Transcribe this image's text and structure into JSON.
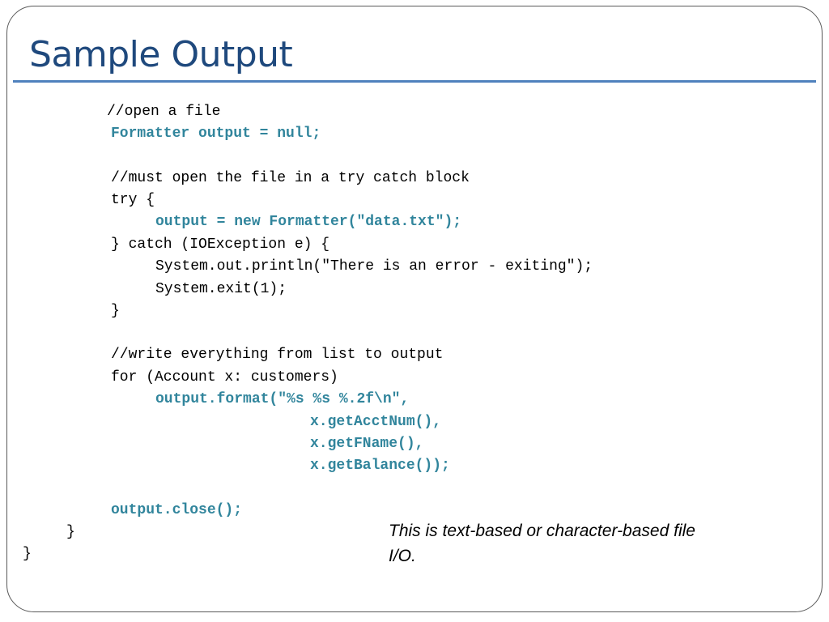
{
  "slide": {
    "title": "Sample Output",
    "colors": {
      "title": "#1f497d",
      "rule": "#4f81bd",
      "highlight": "#31859c",
      "text": "#000000"
    },
    "code_lines": [
      {
        "text": "//open a file",
        "highlight": false
      },
      {
        "text": "Formatter output = null;",
        "highlight": true
      },
      {
        "text": "//must open the file in a try catch block",
        "highlight": false
      },
      {
        "text": "try {",
        "highlight": false
      },
      {
        "text": "output = new Formatter(\"data.txt\");",
        "highlight": true
      },
      {
        "text": "} catch (IOException e) {",
        "highlight": false
      },
      {
        "text": "System.out.println(\"There is an error - exiting\");",
        "highlight": false
      },
      {
        "text": "System.exit(1);",
        "highlight": false
      },
      {
        "text": "}",
        "highlight": false
      },
      {
        "text": "//write everything from list to output",
        "highlight": false
      },
      {
        "text": "for (Account x: customers)",
        "highlight": false
      },
      {
        "text": "output.format(\"%s %s %.2f\\n\",",
        "highlight": true
      },
      {
        "text": "x.getAcctNum(),",
        "highlight": true
      },
      {
        "text": "x.getFName(),",
        "highlight": true
      },
      {
        "text": "x.getBalance());",
        "highlight": true
      },
      {
        "text": "output.close();",
        "highlight": true
      },
      {
        "text": "}",
        "highlight": false
      },
      {
        "text": "}",
        "highlight": false
      }
    ],
    "note": "This is text-based or character-based file I/O."
  }
}
